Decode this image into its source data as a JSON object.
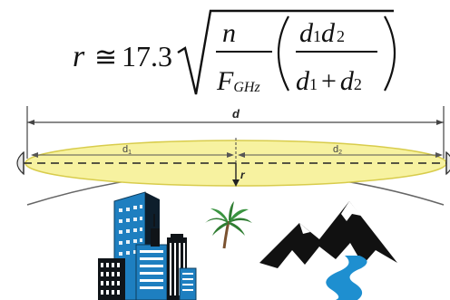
{
  "formula": {
    "lhs": "r",
    "approx": "≅",
    "coefficient": "17.3",
    "frac1_num": "n",
    "frac1_den_main": "F",
    "frac1_den_sub": "GHz",
    "frac2_num_d": "d",
    "frac2_num_sub1": "1",
    "frac2_num_sub2": "2",
    "frac2_den_plus": "+"
  },
  "diagram": {
    "total_distance_label": "d",
    "distance1_label": "d",
    "distance1_sub": "1",
    "distance2_label": "d",
    "distance2_sub": "2",
    "radius_label": "r"
  },
  "colors": {
    "ellipse_fill": "#f7f2a0",
    "ellipse_stroke": "#d8cc4c",
    "building_blue": "#1e7fc0",
    "building_dark": "#101418",
    "river_blue": "#1e8fd0",
    "mountain_black": "#111111",
    "palm_green": "#2f7d32",
    "palm_trunk": "#7a5230"
  },
  "icons": [
    "antenna-left-icon",
    "antenna-right-icon",
    "city-buildings-icon",
    "palm-tree-icon",
    "mountains-icon",
    "river-icon"
  ]
}
